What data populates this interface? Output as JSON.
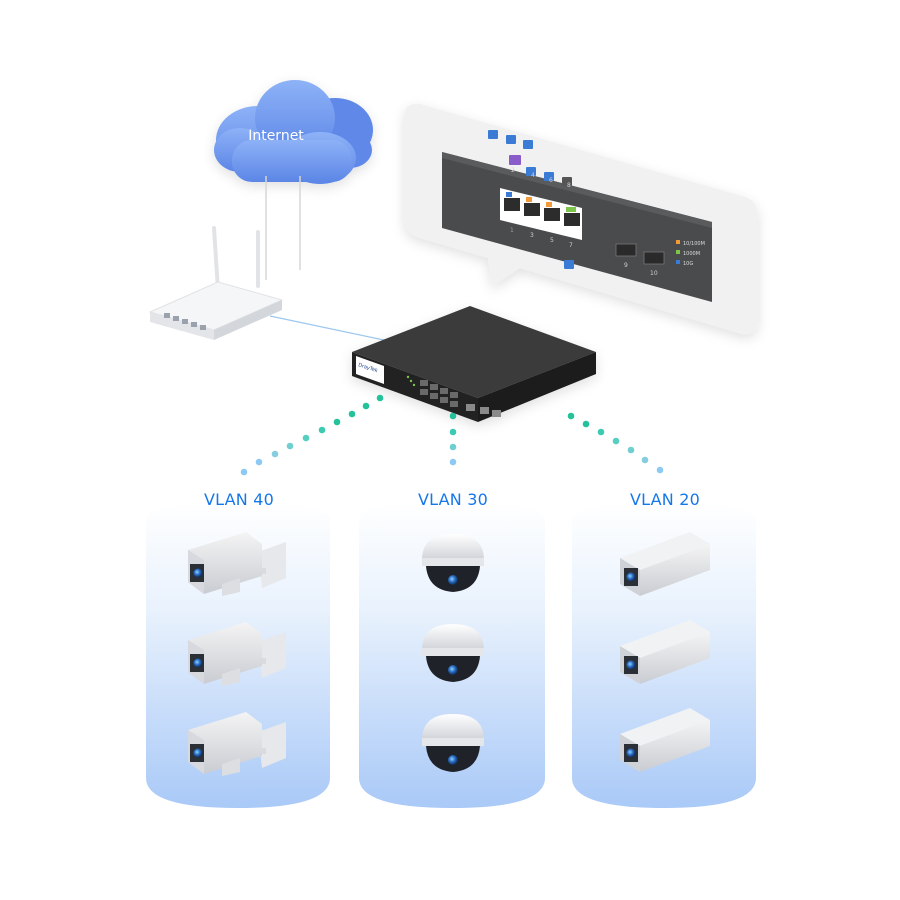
{
  "cloud": {
    "label": "Internet"
  },
  "switch": {
    "brand": "DrayTek"
  },
  "zoom_panel": {
    "port_numbers_top": [
      "2",
      "4",
      "6",
      "8"
    ],
    "port_numbers_bottom": [
      "1",
      "3",
      "5",
      "7"
    ],
    "sfp_labels": [
      "9",
      "10"
    ],
    "legend": [
      "10/100M",
      "1000M",
      "10G"
    ]
  },
  "vlans": [
    {
      "label": "VLAN 40",
      "camera_type": "bullet-bracket-camera",
      "count": 3
    },
    {
      "label": "VLAN 30",
      "camera_type": "dome-camera",
      "count": 3
    },
    {
      "label": "VLAN 20",
      "camera_type": "box-camera",
      "count": 3
    }
  ],
  "colors": {
    "vlan_text": "#1677e8",
    "cloud": "#6f9bf0",
    "dot_green": "#23c29a",
    "dot_blue": "#8ec9f2",
    "link_line": "#9cc8ef",
    "switch_body": "#2f2f2f",
    "panel_bg": "#f1f1f1",
    "port_orange": "#f29a3a",
    "port_green": "#7cc44a",
    "port_blue": "#3a7bd5"
  }
}
